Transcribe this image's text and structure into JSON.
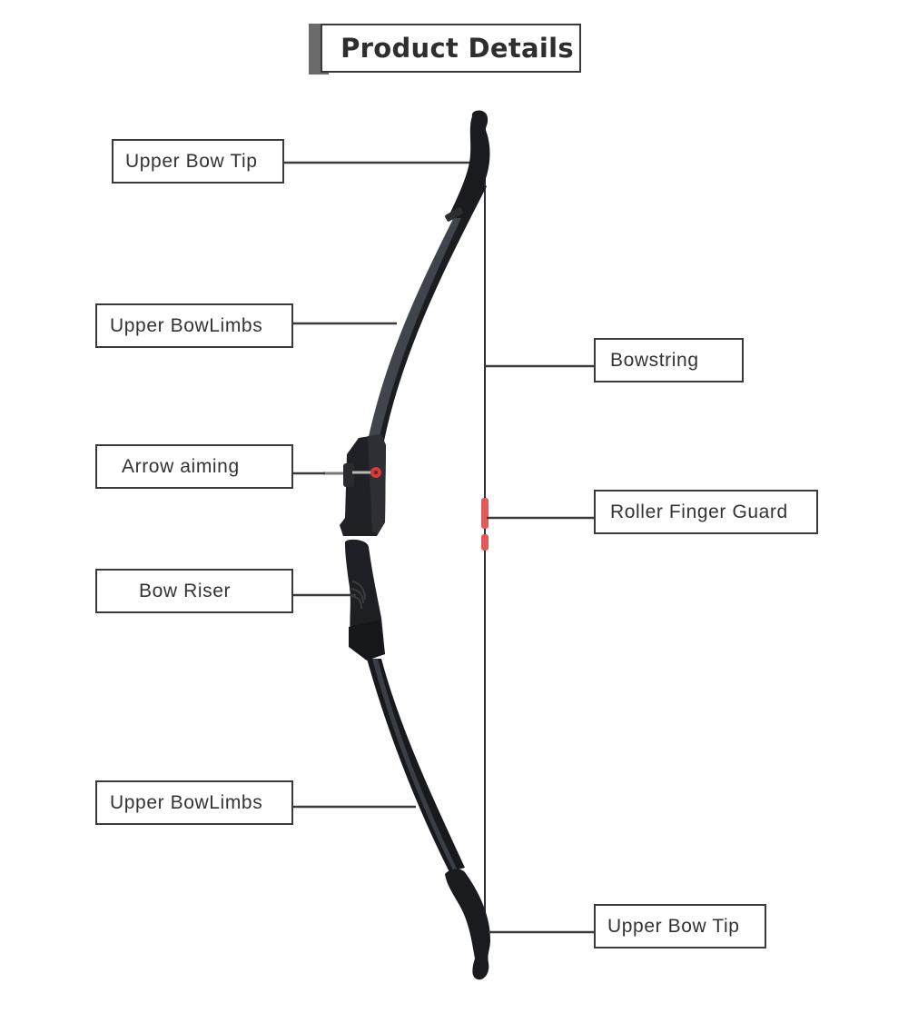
{
  "header": {
    "title": "Product Details"
  },
  "colors": {
    "line": "#3a3a3a",
    "bow_body": "#1f2024",
    "limb_highlight": "#5a5f68",
    "finger_guard": "#e05a5a",
    "sight_pin": "#d63a3a"
  },
  "labels": {
    "upper_bow_tip": "Upper Bow Tip",
    "upper_limbs": "Upper BowLimbs",
    "arrow_aiming": "Arrow aiming",
    "bow_riser": "Bow Riser",
    "lower_limbs": "Upper BowLimbs",
    "bowstring": "Bowstring",
    "roller_finger_guard": "Roller Finger Guard",
    "lower_bow_tip": "Upper Bow Tip"
  }
}
